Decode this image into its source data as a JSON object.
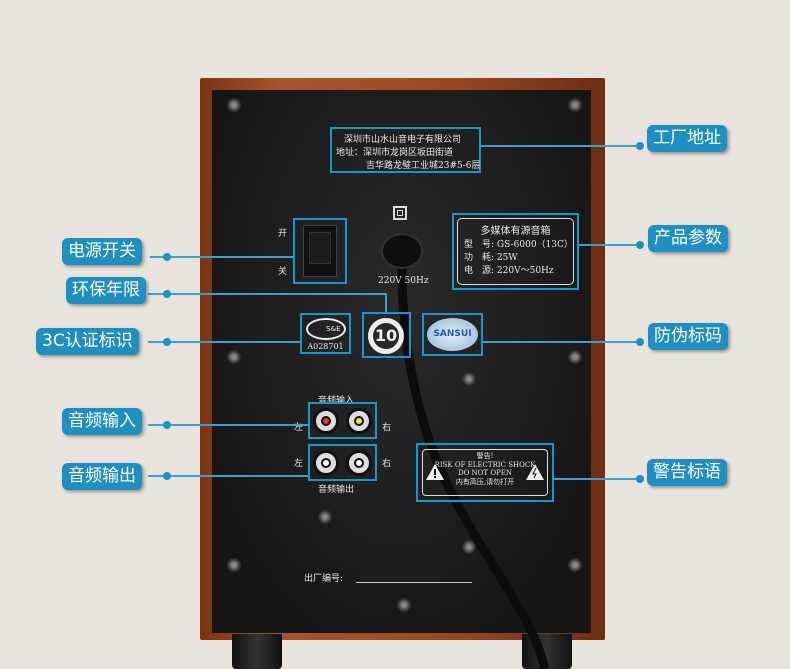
{
  "colors": {
    "label_bg": "#1e8fc0",
    "background": "#e8e3dd"
  },
  "callouts_left": [
    {
      "label": "电源开关"
    },
    {
      "label": "环保年限"
    },
    {
      "label": "3C认证标识"
    },
    {
      "label": "音频输入"
    },
    {
      "label": "音频输出"
    }
  ],
  "callouts_right": [
    {
      "label": "工厂地址"
    },
    {
      "label": "产品参数"
    },
    {
      "label": "防伪标码"
    },
    {
      "label": "警告标语"
    }
  ],
  "address": {
    "line1": "深圳市山水山音电子有限公司",
    "line2": "地址：深圳市龙岗区坂田街道",
    "line3": "吉华路龙璧工业城23#5-6层"
  },
  "switch": {
    "on": "开",
    "off": "关"
  },
  "power_rating": "220V  50Hz",
  "spec": {
    "title": "多媒体有源音箱",
    "model_label": "型　号:",
    "model": "GS-6000（13C）",
    "power_label": "功　耗:",
    "power": "25W",
    "supply_label": "电　源:",
    "supply": "220V～50Hz"
  },
  "cert": {
    "code": "A028701",
    "mark": "S&E"
  },
  "eco_years": "10",
  "brand_sticker": "SANSUI",
  "audio_in": {
    "title": "音频输入",
    "left": "左",
    "right": "右"
  },
  "audio_out": {
    "title": "音频输出",
    "left": "左",
    "right": "右"
  },
  "warning": {
    "title": "警告!",
    "line1": "RISK OF ELECTRIC SHOCK",
    "line2": "DO NOT OPEN",
    "line3": "内有高压,请勿打开"
  },
  "serial_label": "出厂编号:"
}
